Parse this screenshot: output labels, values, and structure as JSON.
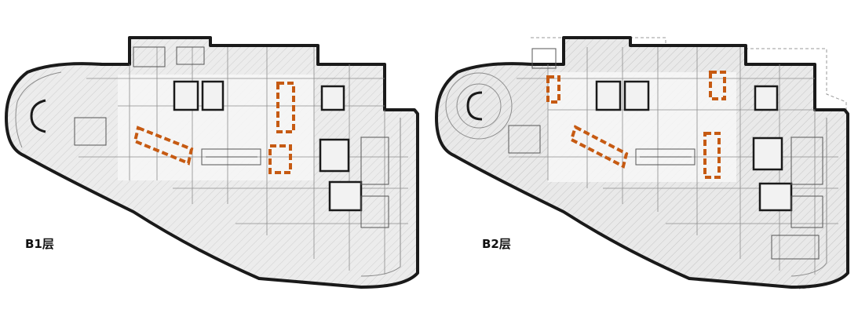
{
  "floors": [
    {
      "id": "b1",
      "label": "B1层"
    },
    {
      "id": "b2",
      "label": "B2层"
    }
  ],
  "colors": {
    "wall": "#1a1a1a",
    "floor_fill": "#ececec",
    "hatch": "#c9c9c9",
    "corridor": "#f7f7f7",
    "inner_line": "#8c8c8c",
    "highlight": "#c65a12"
  }
}
